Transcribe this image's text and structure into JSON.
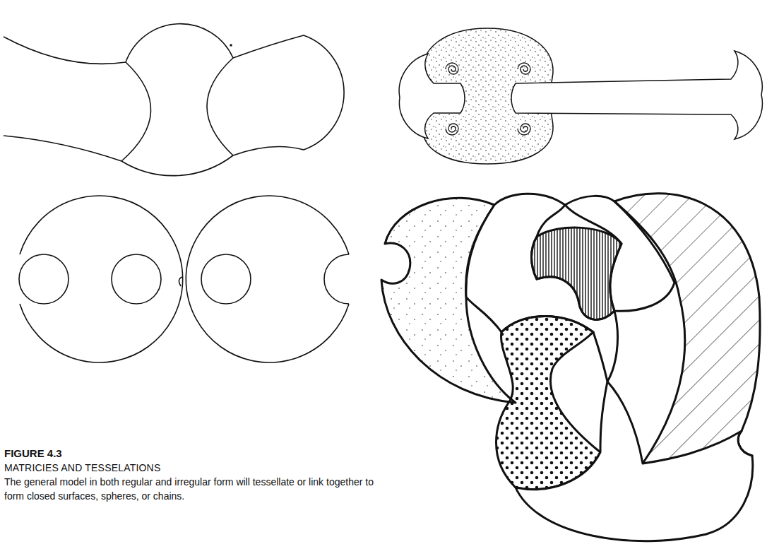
{
  "diagram": {
    "title": "MATRICIES AND TESSELATIONS",
    "caption": "The general model in both regular and irregular form will tessellate or link together to form closed surfaces, spheres, or chains.",
    "labels": [
      "FIGURE 4.3"
    ]
  }
}
